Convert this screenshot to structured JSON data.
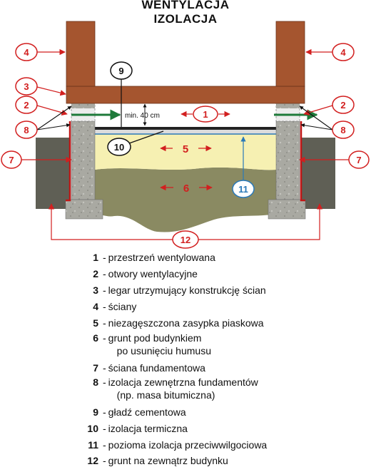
{
  "title": {
    "line1": "WENTYLACJA",
    "line2": "IZOLACJA"
  },
  "measure_label": "min. 40 cm",
  "callouts": {
    "c1": "1",
    "c2": "2",
    "c3": "3",
    "c4": "4",
    "c5": "5",
    "c6": "6",
    "c7": "7",
    "c8": "8",
    "c9": "9",
    "c10": "10",
    "c11": "11",
    "c12": "12"
  },
  "legend": [
    {
      "num": "1",
      "text": "przestrzeń wentylowana"
    },
    {
      "num": "2",
      "text": "otwory wentylacyjne"
    },
    {
      "num": "3",
      "text": "legar utrzymujący konstrukcję ścian"
    },
    {
      "num": "4",
      "text": "ściany"
    },
    {
      "num": "5",
      "text": "niezagęszczona zasypka piaskowa"
    },
    {
      "num": "6",
      "text": "grunt pod budynkiem",
      "text2": "po usunięciu humusu"
    },
    {
      "num": "7",
      "text": "ściana fundamentowa"
    },
    {
      "num": "8",
      "text": "izolacja zewnętrzna fundamentów",
      "text2": "(np. masa bitumiczna)"
    },
    {
      "num": "9",
      "text": "gładź cementowa"
    },
    {
      "num": "10",
      "text": "izolacja termiczna"
    },
    {
      "num": "11",
      "text": "pozioma izolacja przeciwwilgociowa"
    },
    {
      "num": "12",
      "text": "grunt na zewnątrz budynku"
    }
  ],
  "colors": {
    "wall_brick": "#a5552f",
    "foundation": "#a9a9a2",
    "sand_fill": "#f6f0b2",
    "ground": "#8a8a62",
    "outside_ground": "#5f5f55",
    "callout_red": "#d21f1f",
    "ventilation_arrow": "#1e7a3a",
    "damp_proof_blue": "#2a79b8",
    "cement_screed": "#222222"
  }
}
